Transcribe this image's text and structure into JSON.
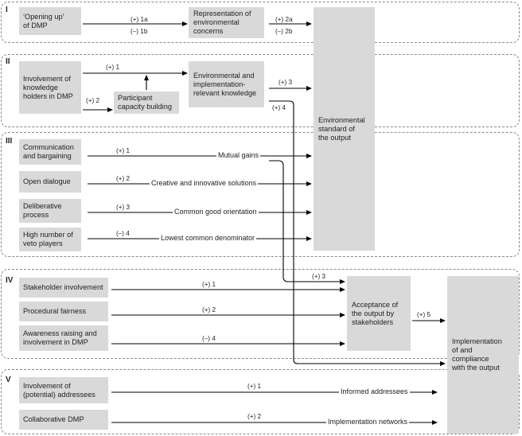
{
  "sections": {
    "I": "I",
    "II": "II",
    "III": "III",
    "IV": "IV",
    "V": "V"
  },
  "boxes": {
    "opening_up": "‘Opening up’\nof DMP",
    "representation": "Representation  of\nenvironmental\nconcerns",
    "involvement_knowledge": "Involvement of\nknowledge\nholders  in DMP",
    "participant_capacity": "Participant\ncapacity building",
    "env_knowledge": "Environmental and\nimplementation-\nrelevant knowledge",
    "environmental_standard": "Environmental\nstandard of\nthe output",
    "communication": "Communication\nand bargaining",
    "open_dialogue": "Open dialogue",
    "deliberative": "Deliberative\nprocess",
    "veto_players": "High number of\nveto players",
    "stakeholder_involvement": "Stakeholder involvement",
    "procedural_fairness": "Procedural fairness",
    "awareness_raising": "Awareness raising and\ninvolvement in DMP",
    "acceptance": "Acceptance of\nthe output by\nstakeholders",
    "implementation": "Implementation\nof and\ncompliance\nwith the output",
    "potential_addressees": "Involvement of\n(potential) addressees",
    "collaborative_dmp": "Collaborative DMP"
  },
  "mechanisms": {
    "mutual_gains": "Mutual gains",
    "creative": "Creative and innovative solutions",
    "common_good": "Common good orientation",
    "lowest_common": "Lowest common denominator",
    "informed_addressees": "Informed addressees",
    "implementation_networks": "Implementation networks"
  },
  "arrow_labels": {
    "i_1a": "(+) 1a",
    "i_1b": "(–) 1b",
    "i_2a": "(+) 2a",
    "i_2b": "(–) 2b",
    "ii_1": "(+) 1",
    "ii_2": "(+) 2",
    "ii_3": "(+) 3",
    "ii_4": "(+) 4",
    "iii_1": "(+) 1",
    "iii_2": "(+) 2",
    "iii_3": "(+) 3",
    "iii_4": "(–) 4",
    "iv_1": "(+) 1",
    "iv_2": "(+) 2",
    "iv_3": "(+) 3",
    "iv_4": "(–) 4",
    "iv_5": "(+) 5",
    "v_1": "(+) 1",
    "v_2": "(+) 2"
  }
}
